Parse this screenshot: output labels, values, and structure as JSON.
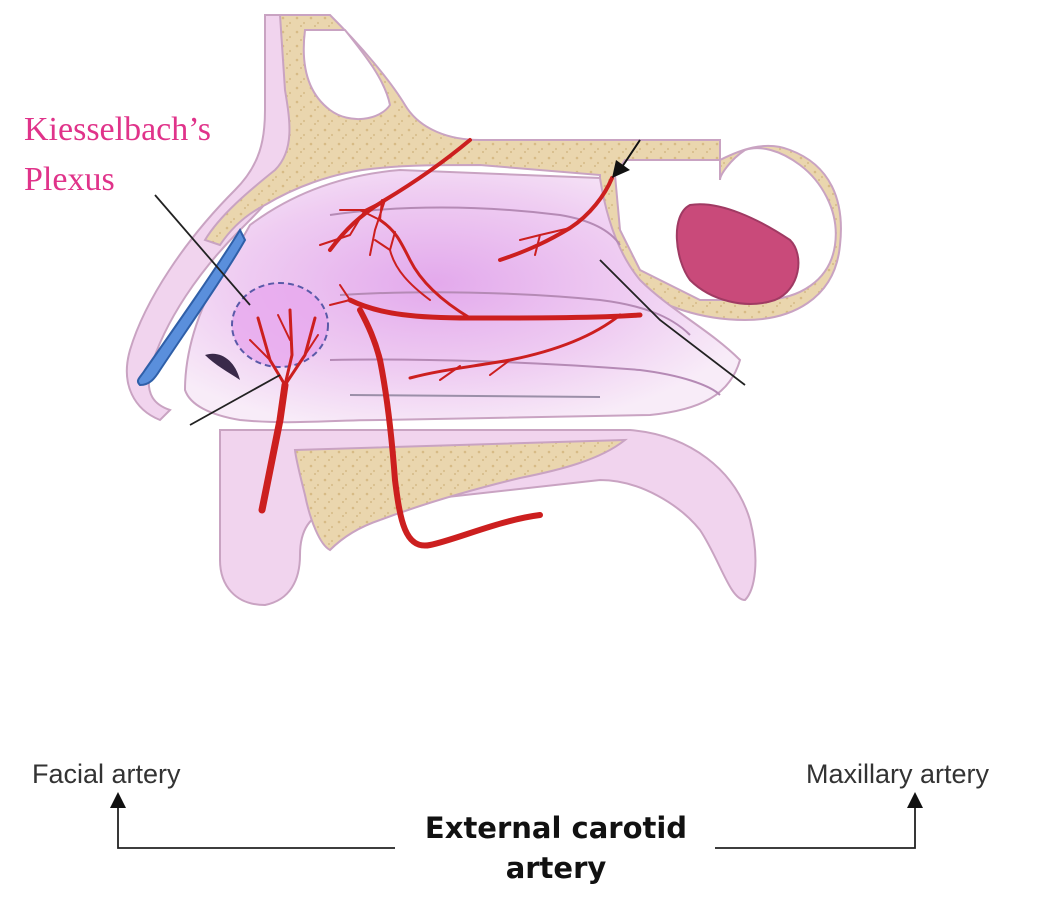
{
  "labels": {
    "plexus_line1": "Kiesselbach’s",
    "plexus_line2": "Plexus",
    "facial_artery": "Facial artery",
    "maxillary_artery": "Maxillary artery",
    "external_carotid_line1": "External carotid",
    "external_carotid_line2": "artery"
  },
  "colors": {
    "bone": "#e9d5ad",
    "bone_outline": "#c9a3c2",
    "mucosa": "#efd3ec",
    "mucosa_deep": "#d9a6e0",
    "skin": "#f3dcef",
    "artery": "#cc1f1f",
    "plexus_label": "#e0338a",
    "sinus": "#c94a7a",
    "cartilage_blue": "#5a8fdc"
  }
}
